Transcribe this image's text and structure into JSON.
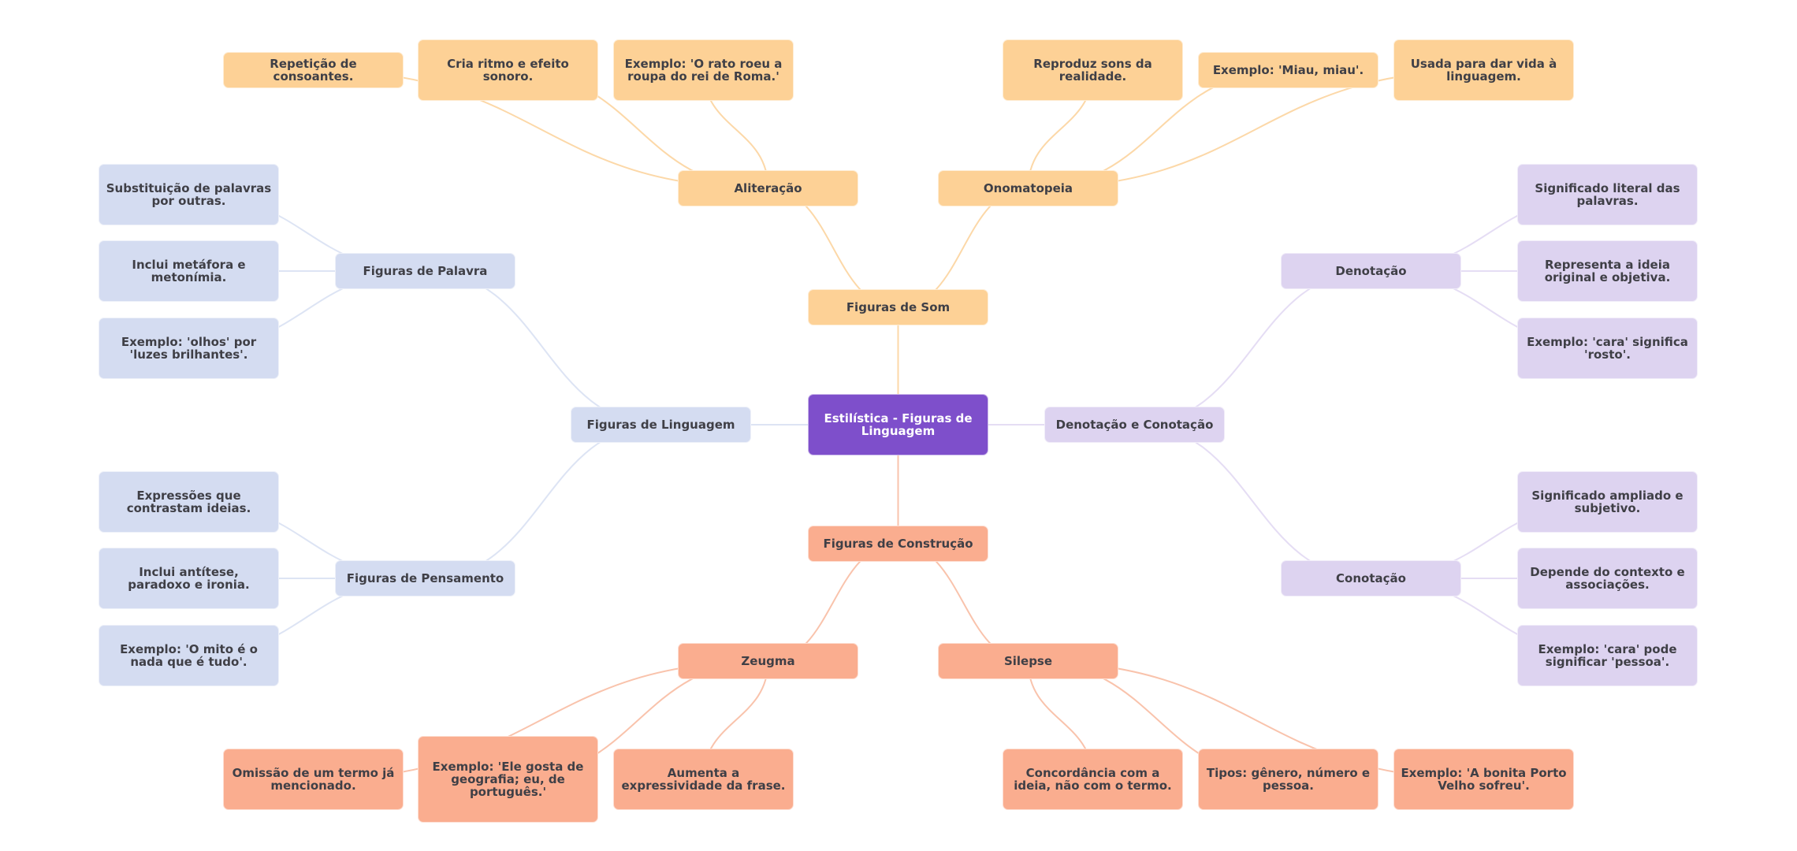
{
  "title": "Estilística - Figuras de Linguagem",
  "colors": {
    "root": "#7e4fcb",
    "som": "#fdd196",
    "som_edge": "#fcd8a8",
    "construcao": "#faad8f",
    "construcao_edge": "#f9c3ac",
    "linguagem": "#d4dcf1",
    "linguagem_edge": "#dde4f4",
    "conotacao": "#ddd3f0",
    "conotacao_edge": "#e5ddf4"
  },
  "nodes": [
    {
      "id": "root",
      "label": "Estilística - Figuras de Linguagem",
      "group": "root",
      "parent": null
    },
    {
      "id": "som",
      "label": "Figuras de Som",
      "group": "som",
      "parent": "root"
    },
    {
      "id": "construcao",
      "label": "Figuras de Construção",
      "group": "construcao",
      "parent": "root"
    },
    {
      "id": "linguagem",
      "label": "Figuras de Linguagem",
      "group": "linguagem",
      "parent": "root"
    },
    {
      "id": "denconot",
      "label": "Denotação e Conotação",
      "group": "conotacao",
      "parent": "root"
    },
    {
      "id": "aliteracao",
      "label": "Aliteração",
      "group": "som",
      "parent": "som"
    },
    {
      "id": "onomatopeia",
      "label": "Onomatopeia",
      "group": "som",
      "parent": "som"
    },
    {
      "id": "alit1",
      "label": "Repetição de consoantes.",
      "group": "som",
      "parent": "aliteracao"
    },
    {
      "id": "alit2",
      "label": "Cria ritmo e efeito sonoro.",
      "group": "som",
      "parent": "aliteracao"
    },
    {
      "id": "alit3",
      "label": "Exemplo: 'O rato roeu a roupa do rei de Roma.'",
      "group": "som",
      "parent": "aliteracao"
    },
    {
      "id": "onom1",
      "label": "Reproduz sons da realidade.",
      "group": "som",
      "parent": "onomatopeia"
    },
    {
      "id": "onom2",
      "label": "Exemplo: 'Miau, miau'.",
      "group": "som",
      "parent": "onomatopeia"
    },
    {
      "id": "onom3",
      "label": "Usada para dar vida à linguagem.",
      "group": "som",
      "parent": "onomatopeia"
    },
    {
      "id": "zeugma",
      "label": "Zeugma",
      "group": "construcao",
      "parent": "construcao"
    },
    {
      "id": "silepse",
      "label": "Silepse",
      "group": "construcao",
      "parent": "construcao"
    },
    {
      "id": "zeug1",
      "label": "Omissão de um termo já mencionado.",
      "group": "construcao",
      "parent": "zeugma"
    },
    {
      "id": "zeug2",
      "label": "Exemplo: 'Ele gosta de geografia; eu, de português.'",
      "group": "construcao",
      "parent": "zeugma"
    },
    {
      "id": "zeug3",
      "label": "Aumenta a expressividade da frase.",
      "group": "construcao",
      "parent": "zeugma"
    },
    {
      "id": "sil1",
      "label": "Concordância com a ideia, não com o termo.",
      "group": "construcao",
      "parent": "silepse"
    },
    {
      "id": "sil2",
      "label": "Tipos: gênero, número e pessoa.",
      "group": "construcao",
      "parent": "silepse"
    },
    {
      "id": "sil3",
      "label": "Exemplo: 'A bonita Porto Velho sofreu'.",
      "group": "construcao",
      "parent": "silepse"
    },
    {
      "id": "palavra",
      "label": "Figuras de Palavra",
      "group": "linguagem",
      "parent": "linguagem"
    },
    {
      "id": "pensamento",
      "label": "Figuras de Pensamento",
      "group": "linguagem",
      "parent": "linguagem"
    },
    {
      "id": "pal1",
      "label": "Substituição de palavras por outras.",
      "group": "linguagem",
      "parent": "palavra"
    },
    {
      "id": "pal2",
      "label": "Inclui metáfora e metonímia.",
      "group": "linguagem",
      "parent": "palavra"
    },
    {
      "id": "pal3",
      "label": "Exemplo: 'olhos' por 'luzes brilhantes'.",
      "group": "linguagem",
      "parent": "palavra"
    },
    {
      "id": "pen1",
      "label": "Expressões que contrastam ideias.",
      "group": "linguagem",
      "parent": "pensamento"
    },
    {
      "id": "pen2",
      "label": "Inclui antítese, paradoxo e ironia.",
      "group": "linguagem",
      "parent": "pensamento"
    },
    {
      "id": "pen3",
      "label": "Exemplo: 'O mito é o nada que é tudo'.",
      "group": "linguagem",
      "parent": "pensamento"
    },
    {
      "id": "denotacao",
      "label": "Denotação",
      "group": "conotacao",
      "parent": "denconot"
    },
    {
      "id": "conotacao",
      "label": "Conotação",
      "group": "conotacao",
      "parent": "denconot"
    },
    {
      "id": "den1",
      "label": "Significado literal das palavras.",
      "group": "conotacao",
      "parent": "denotacao"
    },
    {
      "id": "den2",
      "label": "Representa a ideia original e objetiva.",
      "group": "conotacao",
      "parent": "denotacao"
    },
    {
      "id": "den3",
      "label": "Exemplo: 'cara' significa 'rosto'.",
      "group": "conotacao",
      "parent": "denotacao"
    },
    {
      "id": "con1",
      "label": "Significado ampliado e subjetivo.",
      "group": "conotacao",
      "parent": "conotacao"
    },
    {
      "id": "con2",
      "label": "Depende do contexto e associações.",
      "group": "conotacao",
      "parent": "conotacao"
    },
    {
      "id": "con3",
      "label": "Exemplo: 'cara' pode significar 'pessoa'.",
      "group": "conotacao",
      "parent": "conotacao"
    }
  ]
}
